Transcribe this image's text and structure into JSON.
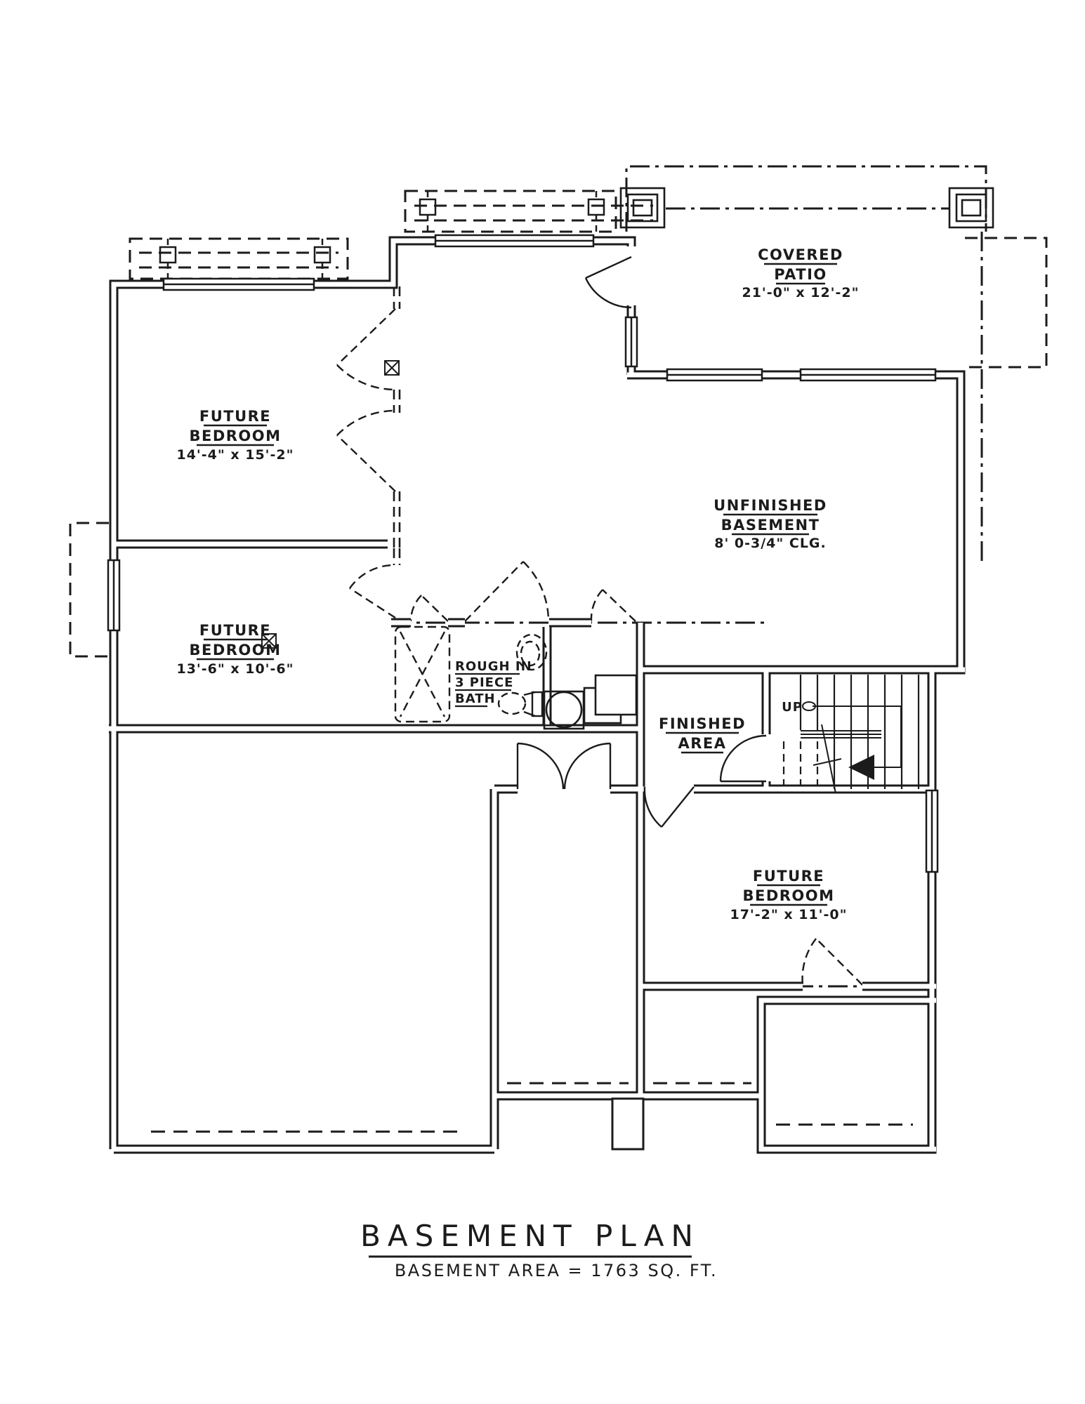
{
  "plan": {
    "title": "BASEMENT PLAN",
    "subtitle": "BASEMENT AREA = 1763 SQ. FT.",
    "colors": {
      "line": "#1b1b1b",
      "background": "#ffffff"
    },
    "rooms": {
      "future_bedroom_1": {
        "line1": "FUTURE",
        "line2": "BEDROOM",
        "dims": "14'-4\" x 15'-2\""
      },
      "future_bedroom_2": {
        "line1": "FUTURE",
        "line2": "BEDROOM",
        "dims": "13'-6\" x 10'-6\""
      },
      "future_bedroom_3": {
        "line1": "FUTURE",
        "line2": "BEDROOM",
        "dims": "17'-2\" x 11'-0\""
      },
      "covered_patio": {
        "line1": "COVERED",
        "line2": "PATIO",
        "dims": "21'-0\" x 12'-2\""
      },
      "unfinished_basement": {
        "line1": "UNFINISHED",
        "line2": "BASEMENT",
        "ceiling": "8' 0-3/4\" CLG."
      },
      "bath": {
        "line1": "ROUGH IN",
        "line2": "3 PIECE",
        "line3": "BATH"
      },
      "finished_area": {
        "line1": "FINISHED",
        "line2": "AREA"
      }
    },
    "stairs": {
      "label": "UP"
    }
  }
}
